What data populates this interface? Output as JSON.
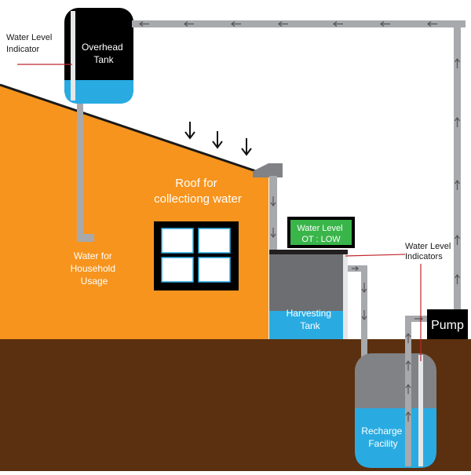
{
  "labels": {
    "water_level_indicator_left": [
      "Water Level",
      "Indicator"
    ],
    "overhead_tank": [
      "Overhead",
      "Tank"
    ],
    "roof": [
      "Roof for",
      "collectiong water"
    ],
    "household": [
      "Water for",
      "Household",
      "Usage"
    ],
    "level_display": [
      "Water Level",
      "OT : LOW"
    ],
    "harvesting_tank": [
      "Harvesting",
      "Tank"
    ],
    "water_level_indicators_right": [
      "Water Level",
      "Indicators"
    ],
    "pump": "Pump",
    "recharge": [
      "Recharge",
      "Facility"
    ]
  },
  "colors": {
    "ground": "#5b3010",
    "house_wall": "#f7941d",
    "water": "#29abe2",
    "pipe": "#a7a9ac",
    "tank_dark": "#000000",
    "display_bg": "#39b54a",
    "indicator_line": "#c1272d"
  },
  "icons": {
    "rain_arrows": "arrow-down-icon",
    "flow_arrows": "arrow-icon"
  }
}
